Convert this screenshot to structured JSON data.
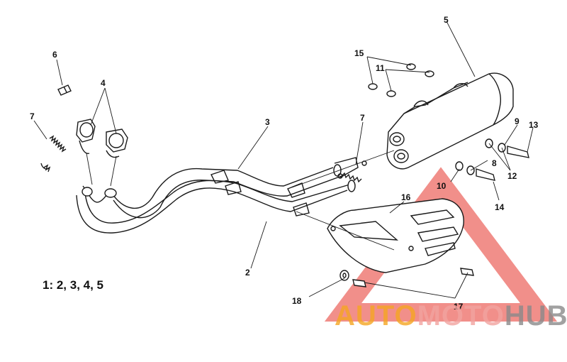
{
  "callouts": {
    "c2": "2",
    "c3": "3",
    "c4": "4",
    "c5": "5",
    "c6": "6",
    "c7a": "7",
    "c7b": "7",
    "c8": "8",
    "c9": "9",
    "c10": "10",
    "c11": "11",
    "c12": "12",
    "c13": "13",
    "c14": "14",
    "c15": "15",
    "c16": "16",
    "c17": "17",
    "c18": "18"
  },
  "formula": "1: 2, 3, 4, 5",
  "watermark": {
    "part1": "AUTO",
    "part2": "MOTO",
    "part3": "HUB"
  },
  "colors": {
    "watermark_red": "#e5332a",
    "watermark_orange": "#f5a623",
    "watermark_grey": "#8a8a8a",
    "line": "#1a1a1a"
  }
}
